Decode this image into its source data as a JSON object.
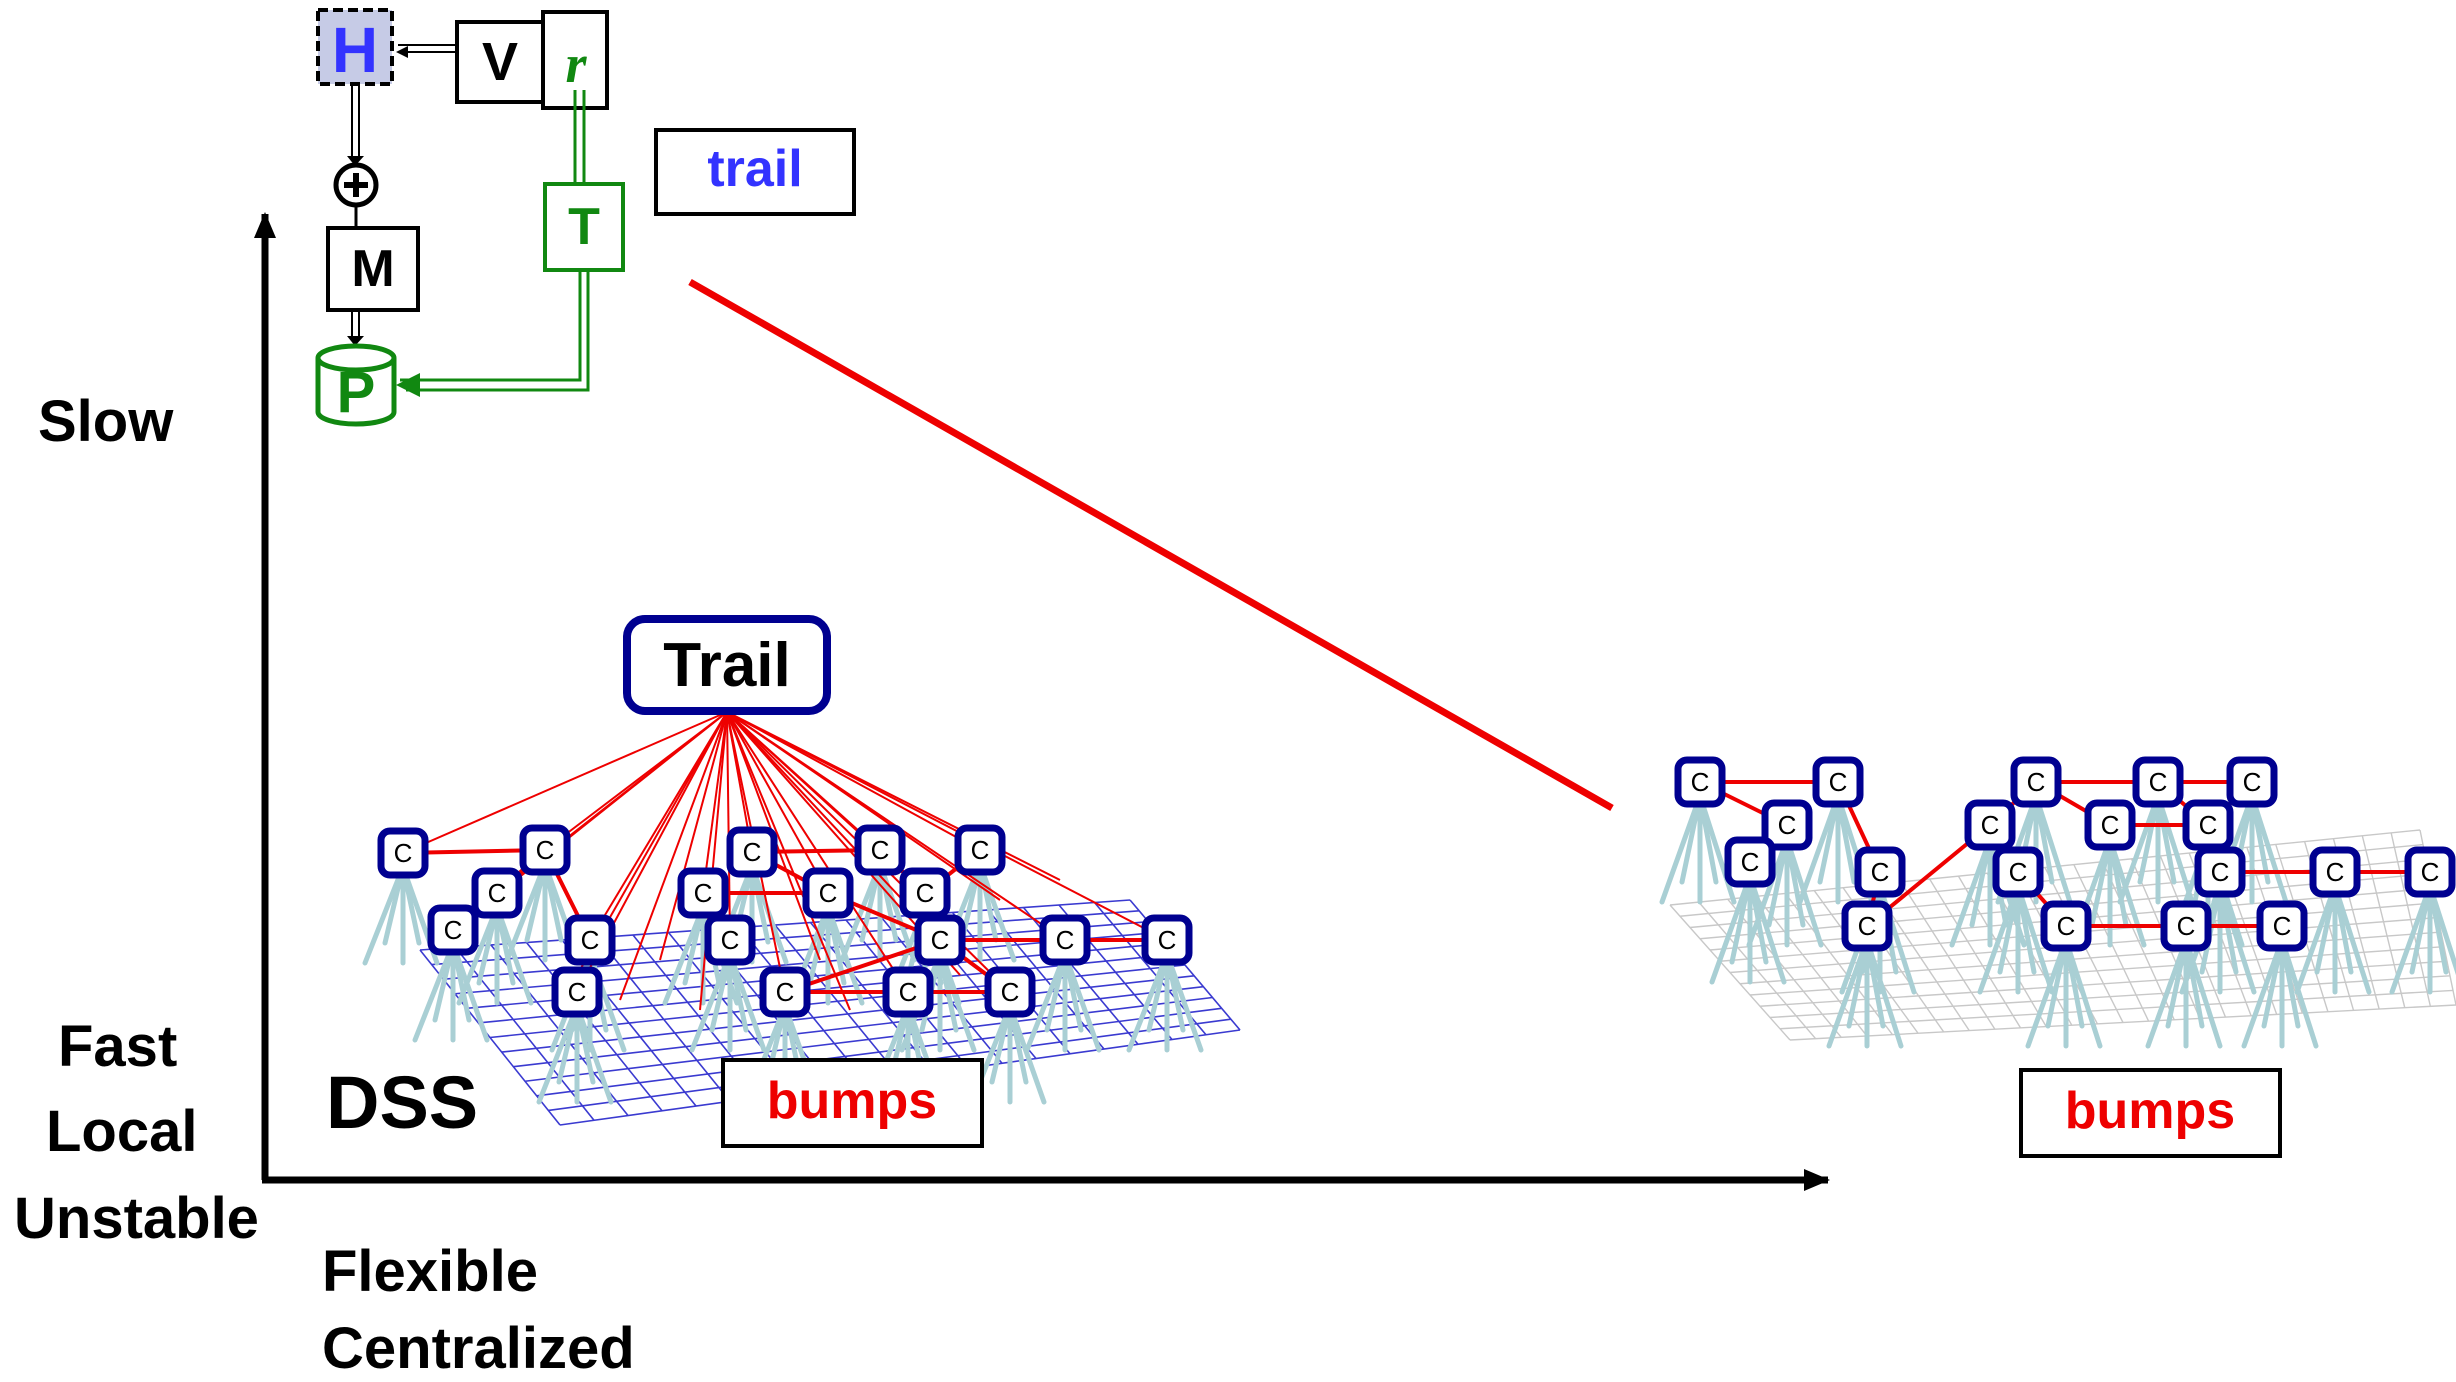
{
  "axis": {
    "y_top": "Slow",
    "y_bottom": [
      "Fast",
      "Local",
      "Unstable"
    ],
    "x_left": [
      "Flexible",
      "Centralized"
    ]
  },
  "schematic": {
    "h": "H",
    "v": "V",
    "r": "r",
    "plus": "+",
    "m": "M",
    "p": "P",
    "t": "T",
    "trail_box": "trail"
  },
  "left_panel": {
    "trail": "Trail",
    "dss": "DSS",
    "bumps": "bumps",
    "node_label": "C"
  },
  "right_panel": {
    "bumps": "bumps",
    "node_label": "C"
  },
  "colors": {
    "red": "#ee0000",
    "navy": "#000090",
    "green": "#118811",
    "blue_text": "#3333ff",
    "h_fill": "#c6cbe6",
    "grid_blue": "#3a3ad0",
    "grid_grey": "#c8c8c8",
    "leg": "#a9cfd4"
  }
}
